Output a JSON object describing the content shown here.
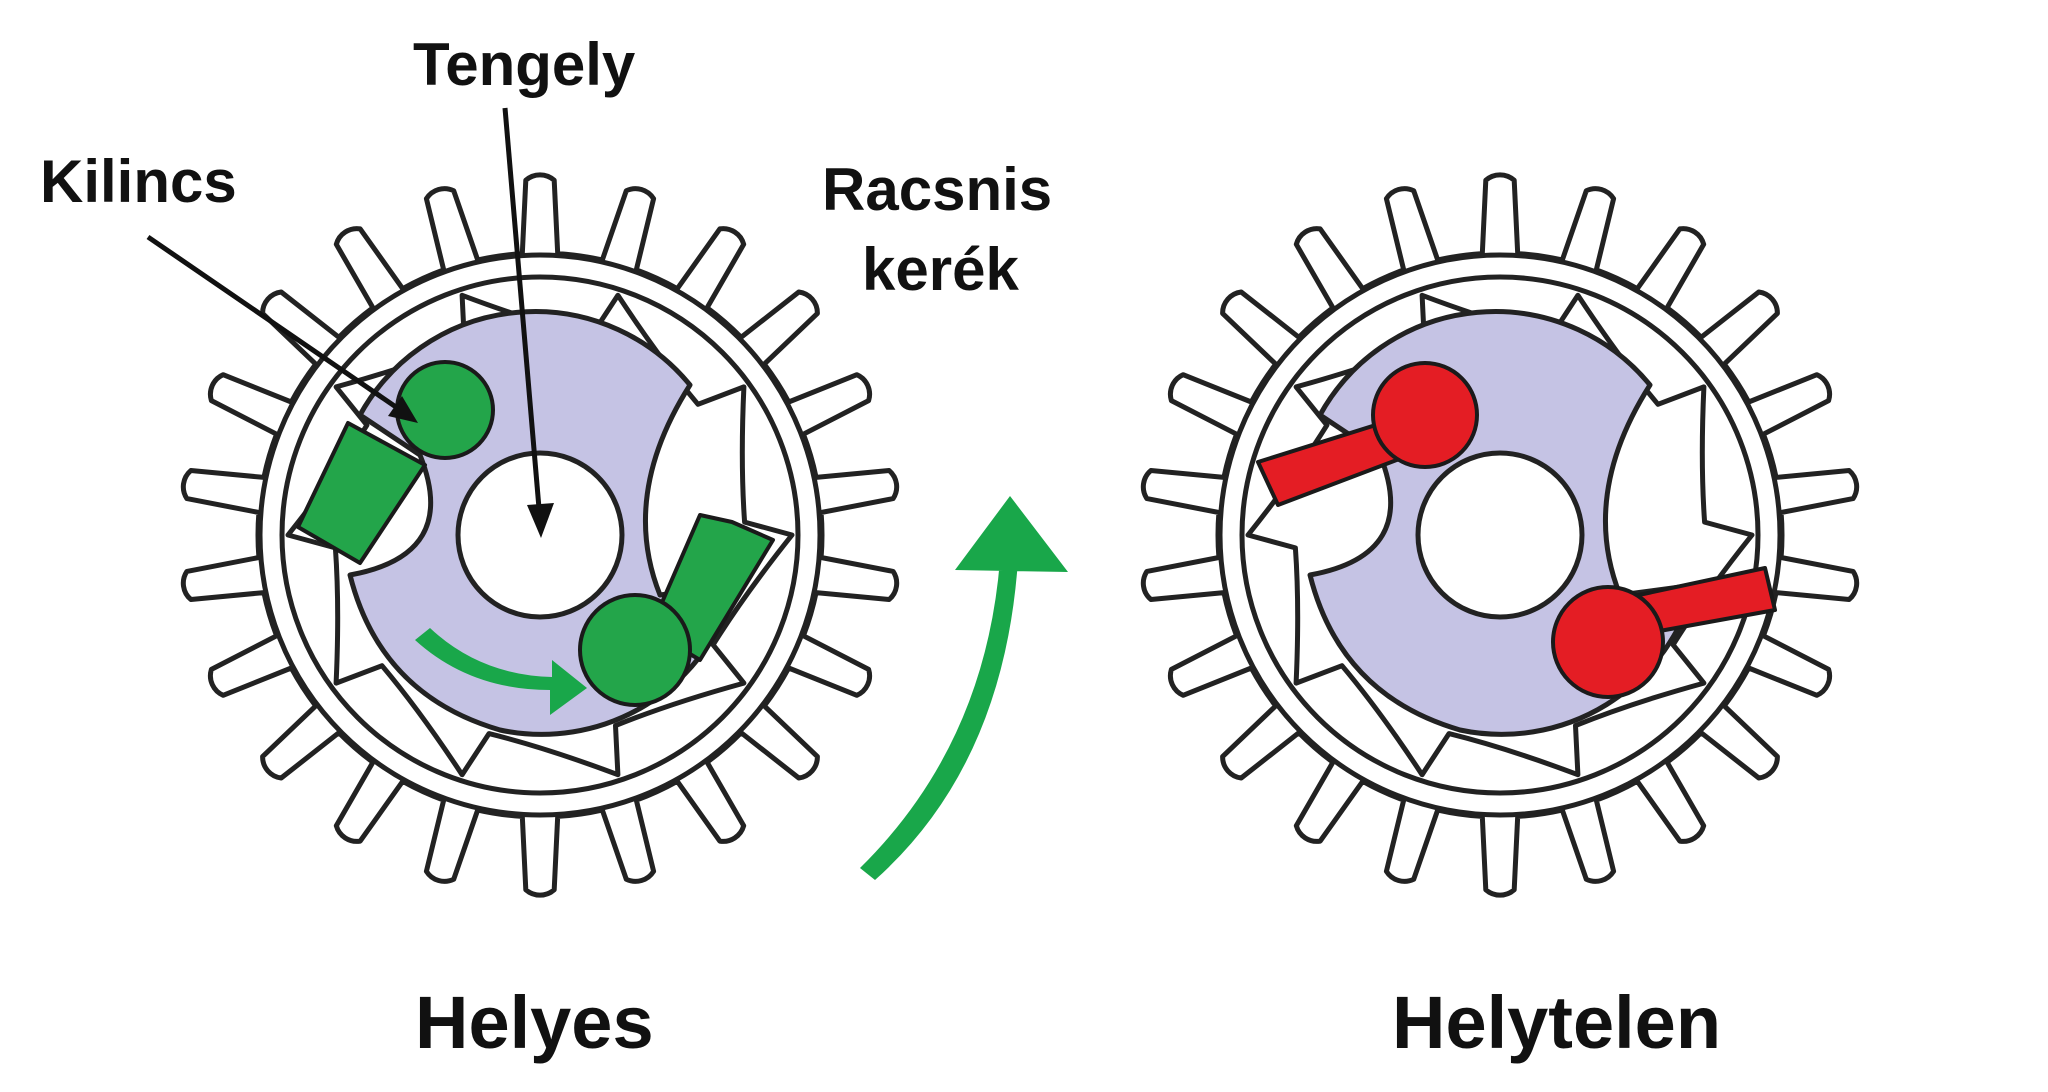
{
  "labels": {
    "pawl": "Kilincs",
    "shaft": "Tengely",
    "wheel_line1": "Racsnis",
    "wheel_line2": "kerék",
    "correct": "Helyes",
    "incorrect": "Helytelen"
  },
  "colors": {
    "correct_pawl": "#23a54a",
    "incorrect_pawl": "#e41d24",
    "hub": "#c5c3e4",
    "arrow": "#19a74a",
    "outline": "#222222"
  },
  "icons": {
    "rotation_arrow": "curved-arrow-icon",
    "pawl_arrow": "curved-arrow-icon"
  }
}
